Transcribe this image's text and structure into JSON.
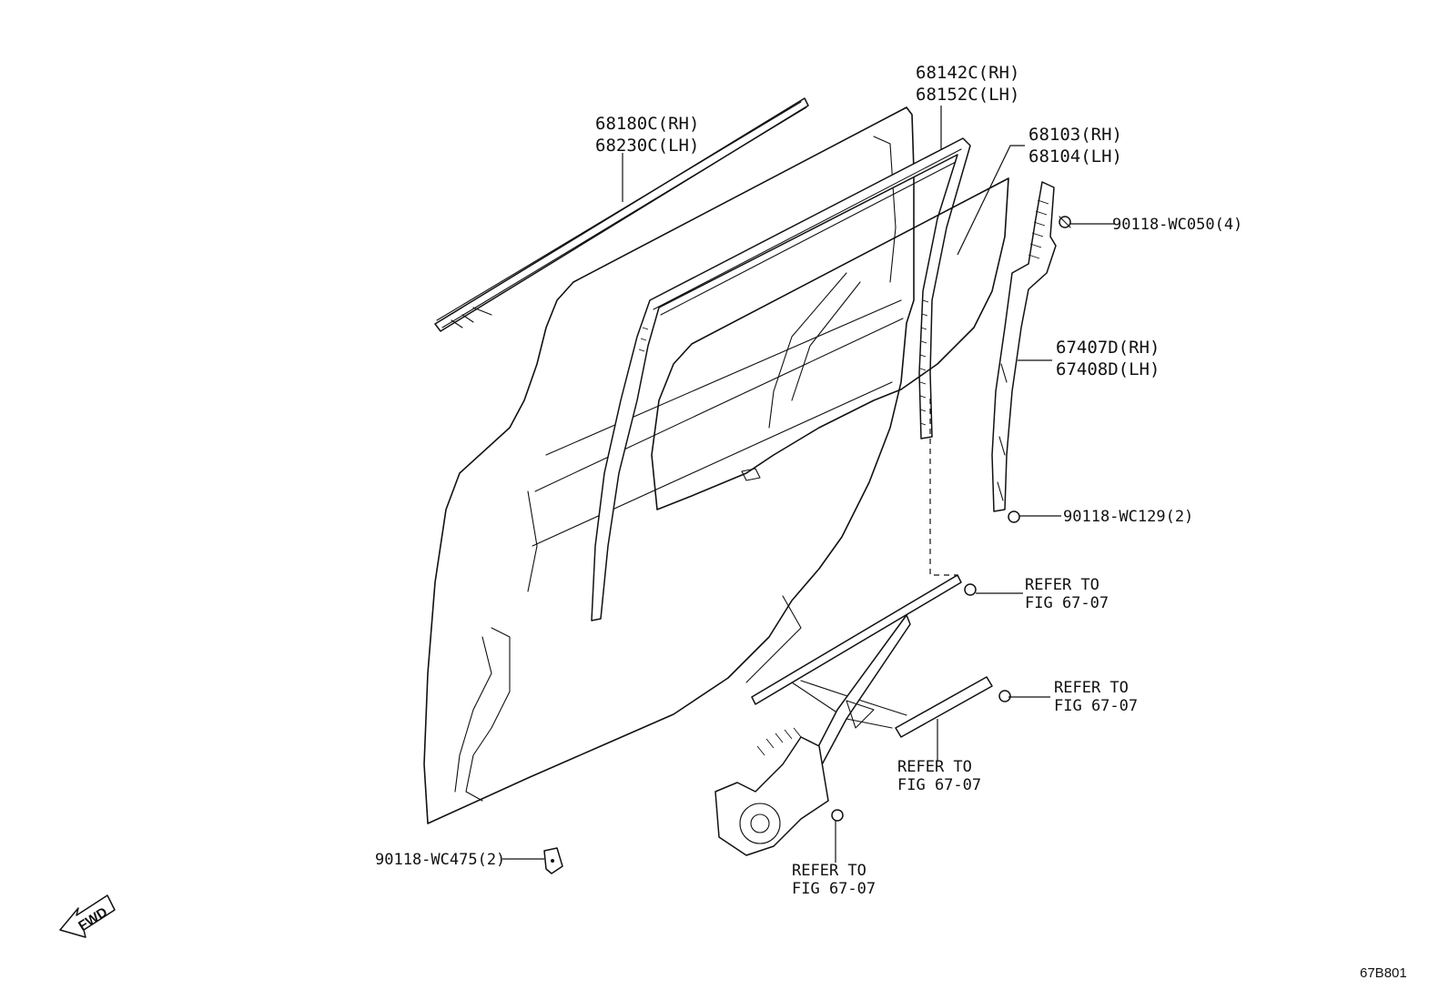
{
  "labels": {
    "belt_molding": {
      "rh": "68180C(RH)",
      "lh": "68230C(LH)"
    },
    "run_channel": {
      "rh": "68142C(RH)",
      "lh": "68152C(LH)"
    },
    "glass": {
      "rh": "68103(RH)",
      "lh": "68104(LH)"
    },
    "division_bar": {
      "rh": "67407D(RH)",
      "lh": "67408D(LH)"
    },
    "bolt_upper": "90118-WC050(4)",
    "bolt_lower": "90118-WC129(2)",
    "hole_plug": "90118-WC475(2)",
    "refer_1": {
      "line1": "REFER TO",
      "line2": "FIG 67-07"
    },
    "refer_2": {
      "line1": "REFER TO",
      "line2": "FIG 67-07"
    },
    "refer_3": {
      "line1": "REFER TO",
      "line2": "FIG 67-07"
    },
    "refer_4": {
      "line1": "REFER TO",
      "line2": "FIG 67-07"
    }
  },
  "fwd_arrow": "FWD",
  "diagram_code": "67B801"
}
